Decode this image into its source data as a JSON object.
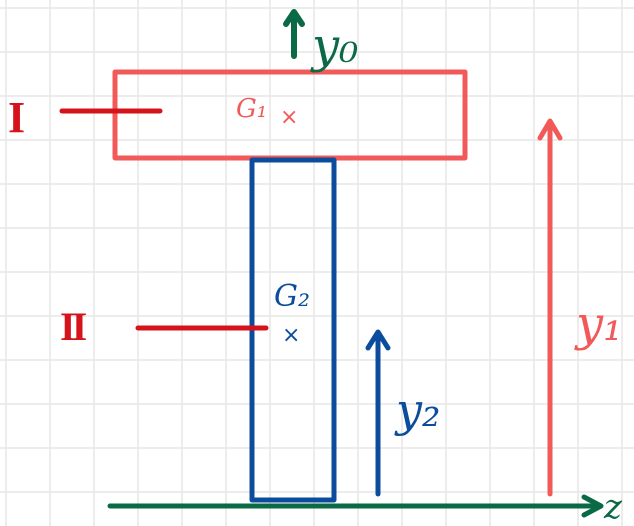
{
  "colors": {
    "grid": "#e6e6e6",
    "red_light": "#f25a5a",
    "red_dark": "#d4141a",
    "blue": "#0b4d9c",
    "green": "#0b6a46"
  },
  "labels": {
    "y0": "y₀",
    "part1_roman": "I",
    "part2_roman": "II",
    "g1": "G₁",
    "g1_mark": "×",
    "g2": "G₂",
    "g2_mark": "×",
    "y1": "y₁",
    "y2": "y₂",
    "z": "z"
  },
  "icons": {
    "y0_arrow": "arrow-up-icon",
    "y1_arrow": "arrow-up-icon",
    "y2_arrow": "arrow-up-icon",
    "z_axis": "arrow-right-icon"
  }
}
